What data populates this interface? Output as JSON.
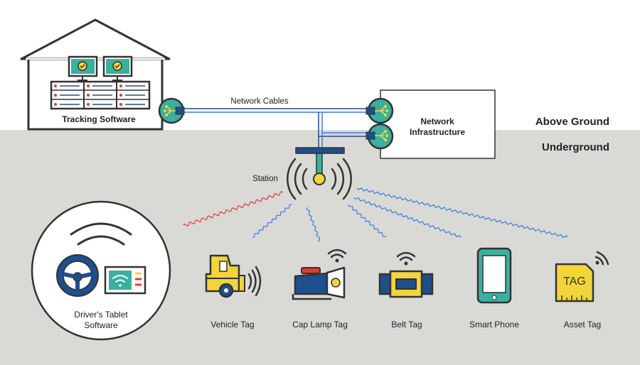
{
  "labels": {
    "tracking_software": "Tracking Software",
    "network_cables": "Network Cables",
    "network_infrastructure_line1": "Network",
    "network_infrastructure_line2": "Infrastructure",
    "above_ground": "Above Ground",
    "underground": "Underground",
    "station": "Station",
    "drivers_tablet_line1": "Driver's Tablet",
    "drivers_tablet_line2": "Software",
    "asset_tag_text": "TAG"
  },
  "devices": [
    {
      "name": "vehicle-tag",
      "label": "Vehicle Tag"
    },
    {
      "name": "cap-lamp-tag",
      "label": "Cap Lamp Tag"
    },
    {
      "name": "belt-tag",
      "label": "Belt Tag"
    },
    {
      "name": "smart-phone",
      "label": "Smart Phone"
    },
    {
      "name": "asset-tag",
      "label": "Asset Tag"
    }
  ],
  "colors": {
    "underground_bg": "#d9d9d6",
    "outline": "#333333",
    "teal": "#3ab09e",
    "blue": "#1f4e8c",
    "yellow": "#f2d43b",
    "red_signal": "#e53935",
    "cable_blue": "#3b7dd8"
  }
}
